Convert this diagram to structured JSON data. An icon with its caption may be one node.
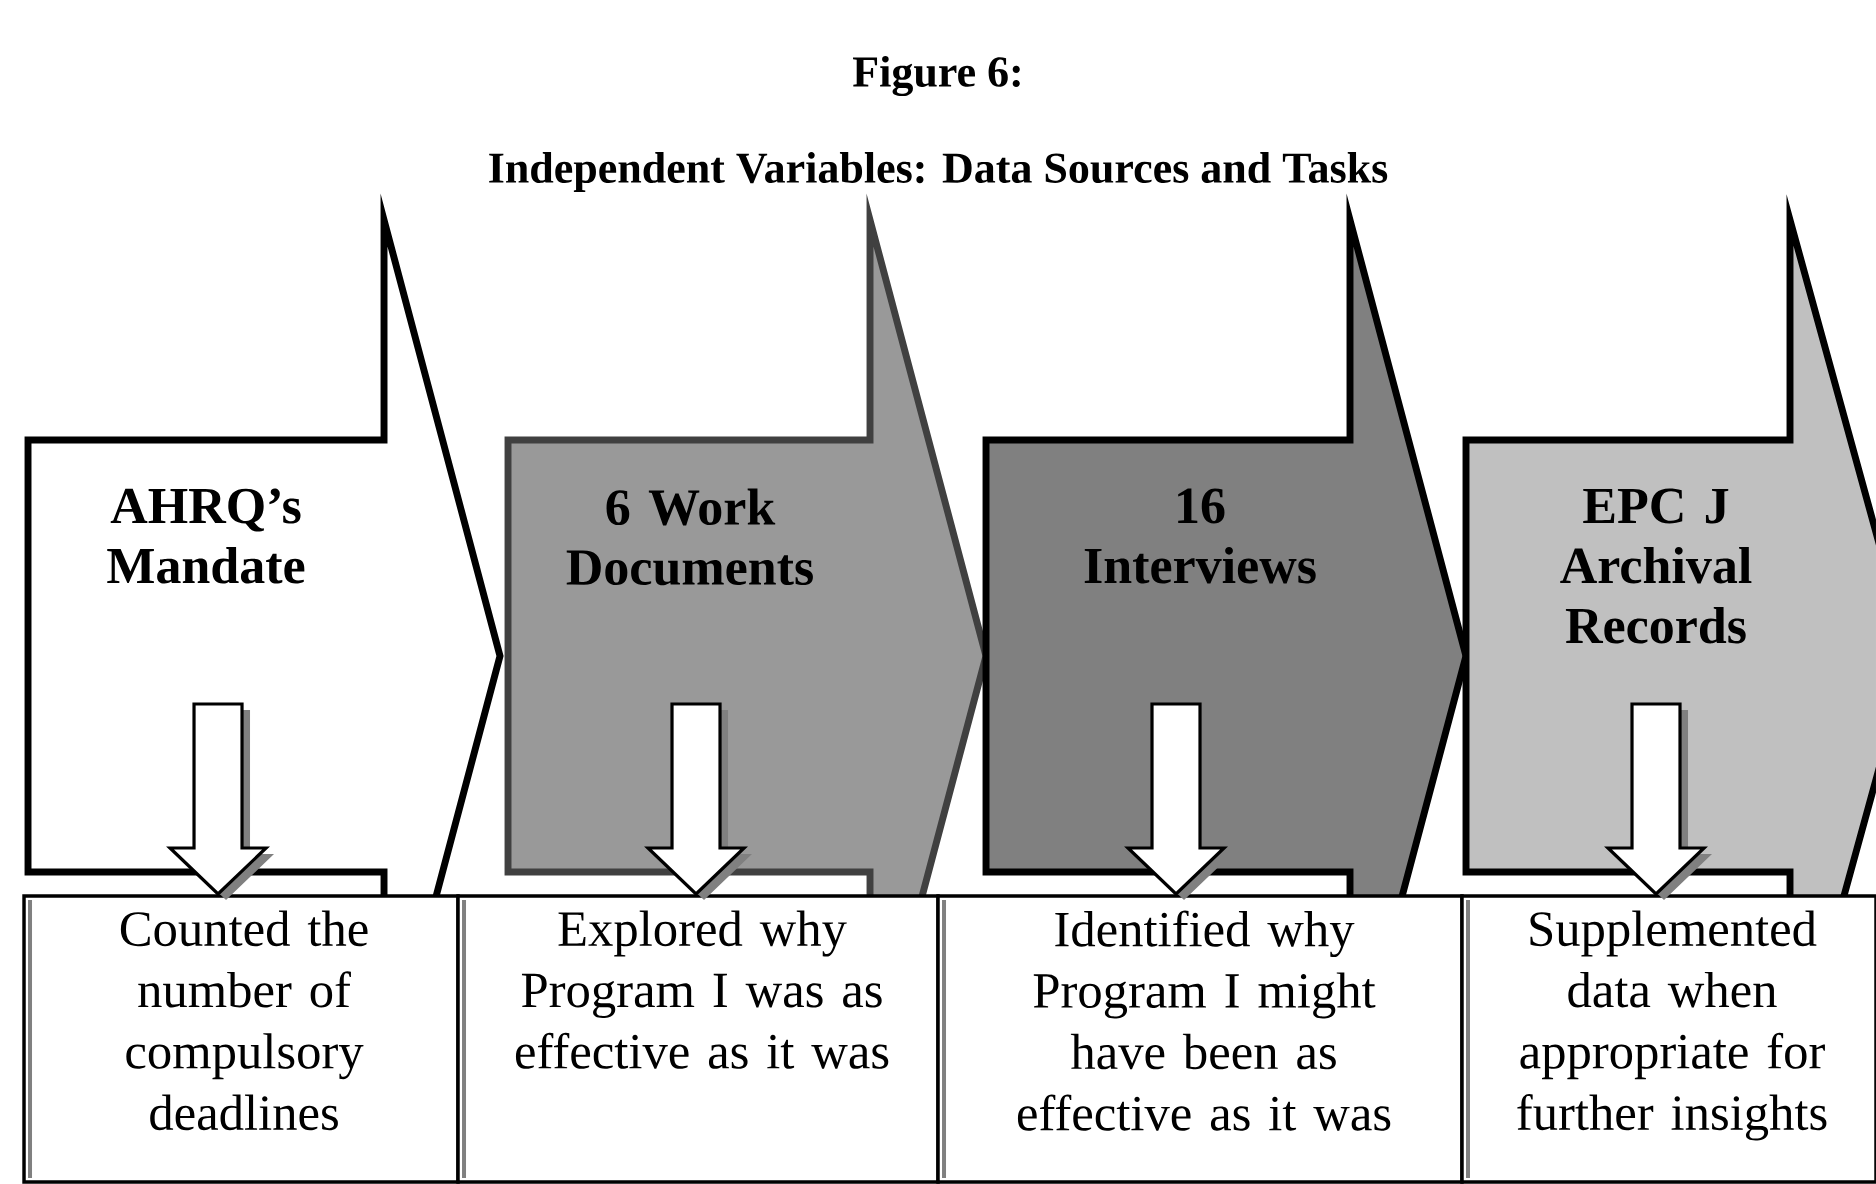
{
  "diagram": {
    "title": "Independent Variables: Data Sources and Tasks",
    "nodes": [
      {
        "text": [
          "AHRQ’s Mandate"
        ]
      },
      {
        "text": [
          "6 Work Documents"
        ]
      },
      {
        "text": [
          "16 Interviews"
        ]
      },
      {
        "text": [
          "EPC J Archival Records"
        ]
      },
      {
        "text": [
          "Counted the number of compulsory deadlines"
        ]
      },
      {
        "text": [
          "Explored why Program I was as effective as it was"
        ]
      },
      {
        "text": [
          "Identified why Program I might have been as effective as it was"
        ]
      },
      {
        "text": [
          "Supplemented data when appropriate for further insights"
        ]
      }
    ],
    "edges": [
      {
        "from": 0,
        "to": 4,
        "arrow": "to"
      },
      {
        "from": 1,
        "to": 5,
        "arrow": "to"
      },
      {
        "from": 2,
        "to": 6,
        "arrow": "to"
      },
      {
        "from": 3,
        "to": 7,
        "arrow": "to"
      }
    ],
    "labels": [
      "Figure 6:"
    ]
  }
}
